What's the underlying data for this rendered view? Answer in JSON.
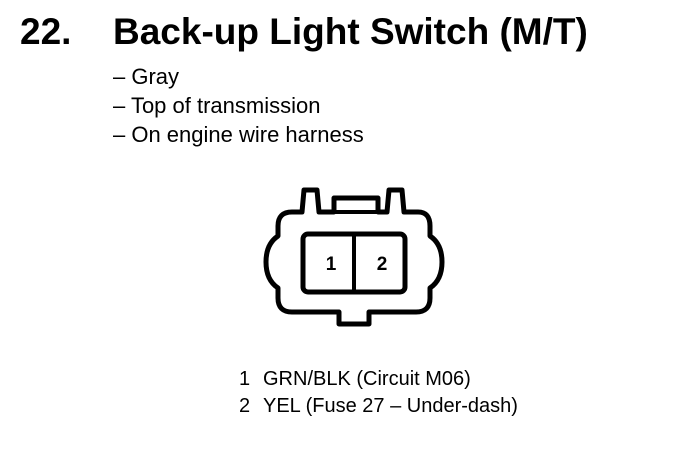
{
  "heading": {
    "number": "22.",
    "title": "Back-up Light Switch (M/T)"
  },
  "details": [
    "– Gray",
    "– Top of transmission",
    "– On engine wire harness"
  ],
  "connector": {
    "terminals": [
      "1",
      "2"
    ]
  },
  "pinout": [
    {
      "pin": "1",
      "desc": "GRN/BLK (Circuit M06)"
    },
    {
      "pin": "2",
      "desc": "YEL (Fuse 27 – Under-dash)"
    }
  ]
}
